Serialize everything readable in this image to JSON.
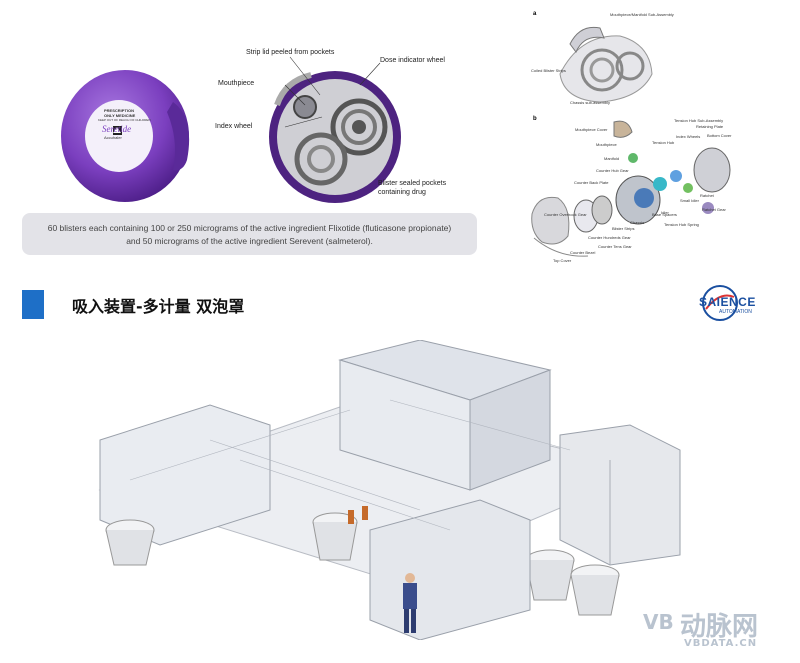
{
  "inhaler_device": {
    "label_lines": [
      "PRESCRIPTION",
      "ONLY MEDICINE",
      "KEEP OUT OF REACH OF CHILDREN"
    ],
    "brand": "Seretide",
    "brand_sub": "Accuhaler",
    "device_color": "#7b3fbf"
  },
  "cross_section": {
    "labels": {
      "strip_lid": "Strip lid peeled from pockets",
      "dose_indicator": "Dose indicator wheel",
      "mouthpiece": "Mouthpiece",
      "index_wheel": "Index wheel",
      "blister_pockets_1": "Blister sealed pockets",
      "blister_pockets_2": "containing drug"
    }
  },
  "caption": {
    "line1": "60 blisters each containing 100 or 250 micrograms of the active ingredient Flixotide (fluticasone propionate)",
    "line2": "and 50 micrograms of the active ingredient Serevent (salmeterol)."
  },
  "assembly_diagram": {
    "panel_a": "a",
    "panel_b": "b",
    "a_labels": [
      "Mouthpiece/Manifold Sub-Assembly",
      "Coiled Blister Strips",
      "Chassis sub-assembly"
    ],
    "b_labels": [
      "Mouthpiece Cover",
      "Mouthpiece",
      "Manifold",
      "Tension Hub Sub-Assembly",
      "Retaining Plate",
      "Index Wheels",
      "Bottom Cover",
      "Tension Hub",
      "Counter Back Plate",
      "Counter Hub Gear",
      "Chassis",
      "Blister Strips",
      "Idler",
      "Small Idler",
      "Ratchet",
      "Ratchet Gear",
      "Base Spacers",
      "Counter Overhook Gear",
      "Counter Tens Gear",
      "Counter Hundreds Gear",
      "Counter Bezel",
      "Top Cover",
      "Tension Hub Spring"
    ]
  },
  "section_title": "吸入装置-多计量 双泡罩",
  "logo": {
    "name": "SAIENCE",
    "sub": "AUTOMATION"
  },
  "watermark": {
    "icon": "VB",
    "cn": "动脉网",
    "url": "VBDATA.CN"
  },
  "colors": {
    "accent": "#1e6fc7",
    "device_purple": "#7b3fbf",
    "caption_bg": "#e3e3e8"
  }
}
